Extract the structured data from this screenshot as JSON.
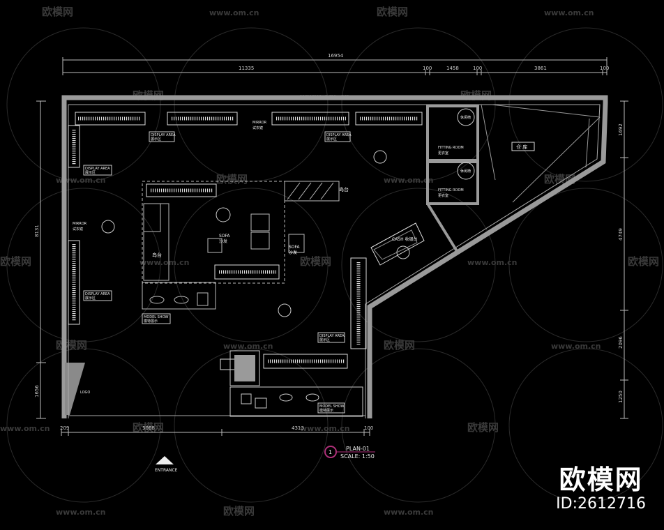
{
  "dimensions": {
    "top_total": "16954",
    "top_segments": [
      "11335",
      "100",
      "1458",
      "100",
      "3861",
      "100"
    ],
    "left_total": "8131",
    "left_bottom": "1656",
    "right_segments": [
      "1692",
      "4749",
      "2096",
      "1250"
    ],
    "bottom_segments": [
      "209",
      "5068",
      "4313",
      "100"
    ]
  },
  "labels": {
    "display_area": "DISPLAY AREA",
    "display_area_cn": "展示区",
    "mirror": "MIRROR",
    "mirror_cn": "试衣镜",
    "fitting_room": "FITTING ROOM",
    "fitting_room_cn": "更衣室",
    "warehouse_cn": "仓 库",
    "cash": "CASH 收银台",
    "island": "岛台",
    "sofa": "SOFA",
    "sofa_cn": "沙发",
    "model_show": "MODEL SHOW",
    "model_show_cn": "模特展示",
    "logo": "LOGO",
    "chair": "休闲椅",
    "entrance": "ENTRANCE"
  },
  "title_block": {
    "number": "1",
    "plan": "PLAN-01",
    "scale": "SCALE: 1:50"
  },
  "watermark": {
    "brand": "欧模网",
    "id": "ID:2612716",
    "site": "www.om.cn"
  },
  "colors": {
    "background": "#000000",
    "wall": "#9a9a9a",
    "line": "#d8d8d8",
    "accent": "#b0307a"
  }
}
